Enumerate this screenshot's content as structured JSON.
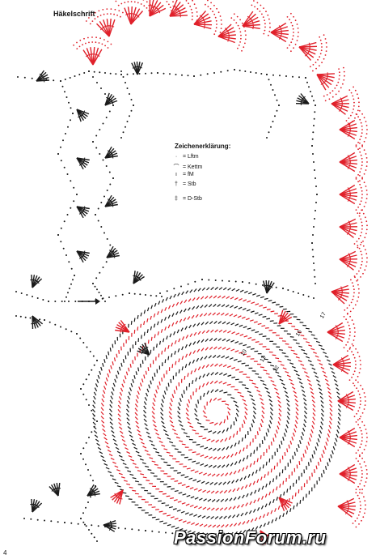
{
  "title": "Häkelschrift",
  "legend": {
    "heading": "Zeichenerklärung:",
    "items": [
      {
        "symbol": "·",
        "label": "= Lftm"
      },
      {
        "symbol": "⌒",
        "label": "= Kettm"
      },
      {
        "symbol": "ı",
        "label": "= fM"
      },
      {
        "symbol": "†",
        "label": "= Stb"
      },
      {
        "symbol": "‡",
        "label": "= D-Stb"
      }
    ]
  },
  "round_numbers": [
    "10",
    "11",
    "12",
    "16",
    "17"
  ],
  "page_number": "4",
  "watermark": "PassionForum.ru",
  "colors": {
    "black": "#1a1a1a",
    "red": "#e0202a",
    "background": "#ffffff"
  }
}
